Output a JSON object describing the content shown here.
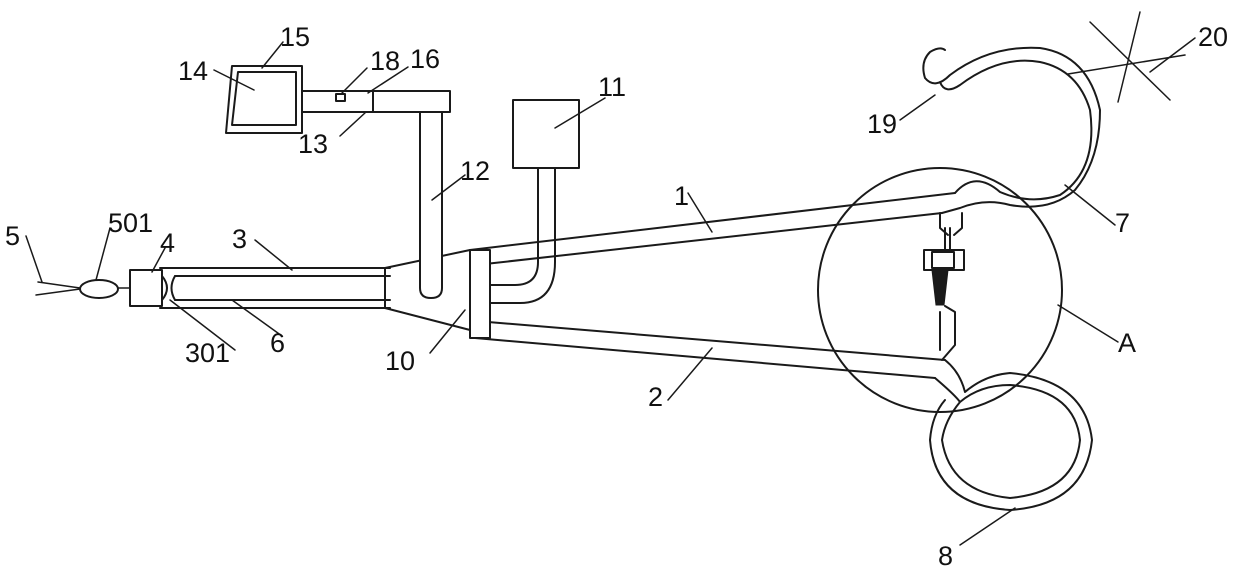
{
  "labels": {
    "l1": "1",
    "l2": "2",
    "l3": "3",
    "l4": "4",
    "l5": "5",
    "l501": "501",
    "l6": "6",
    "l301": "301",
    "l7": "7",
    "l8": "8",
    "l10": "10",
    "l11": "11",
    "l12": "12",
    "l13": "13",
    "l14": "14",
    "l15": "15",
    "l16": "16",
    "l18": "18",
    "l19": "19",
    "l20": "20",
    "lA": "A"
  }
}
